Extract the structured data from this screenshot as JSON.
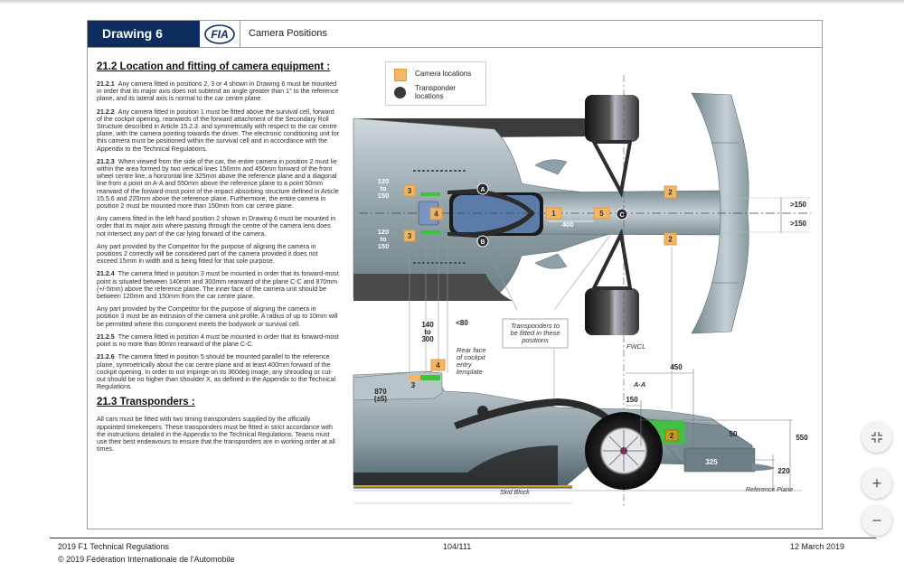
{
  "header": {
    "drawing_label": "Drawing 6",
    "logo_text": "FIA",
    "title": "Camera Positions"
  },
  "section_21_2": {
    "heading": "21.2   Location and fitting of camera equipment :",
    "paragraphs": [
      {
        "num": "21.2.1",
        "text": "Any camera fitted in positions 2, 3 or 4 shown in Drawing 6 must be mounted in order that its major axis does not subtend an angle greater than 1° to the reference plane, and its lateral axis is normal to the car centre plane."
      },
      {
        "num": "21.2.2",
        "text": "Any camera fitted in position 1 must be fitted above the survival cell, forward of the cockpit opening, rearwards of the forward attachment of the Secondary Roll Structure described in Article 15.2.3. and symmetrically with respect to the car centre plane, with the camera pointing towards the driver. The electronic conditioning unit for this camera must be positioned within the survival cell and in accordance with the Appendix to the Technical Regulations."
      },
      {
        "num": "21.2.3",
        "text": "When viewed from the side of the car, the entire camera in position 2 must lie within the area formed by two vertical lines 150mm and 450mm forward of the front wheel centre line, a horizontal line 325mm above the reference plane and a diagonal line from a point on A-A and 550mm above the reference plane to a point 50mm rearward of the forward-most point of the impact absorbing structure defined in Article 15.5.6 and 220mm above the reference plane. Furthermore, the entire camera in position 2 must be mounted more than 150mm from car centre plane."
      },
      {
        "num": "",
        "text": "Any camera fitted in the left hand position 2 shown in Drawing 6 must be mounted in order that its major axis where passing through the centre of the camera lens does not intersect any part of the car lying forward of the camera."
      },
      {
        "num": "",
        "text": "Any part provided by the Competitor for the purpose of aligning the camera in positions 2 correctly will be considered part of the camera provided it does not exceed 15mm in width and is being fitted for that sole purpose."
      },
      {
        "num": "21.2.4",
        "text": "The camera fitted in position 3 must be mounted in order that its forward-most point is situated between 140mm and 300mm rearward of the plane C-C and 870mm (+/-5mm) above the reference plane. The inner face of the camera unit should be between 120mm and 150mm from the car centre plane."
      },
      {
        "num": "",
        "text": "Any part provided by the Competitor for the purpose of aligning the camera in position 3 must be an extrusion of the camera unit profile. A radius of up to 10mm will be permitted where this component meets the bodywork or survival cell."
      },
      {
        "num": "21.2.5",
        "text": "The camera fitted in position 4 must be mounted in order that its forward-most point is no more than 80mm rearward of the plane C-C."
      },
      {
        "num": "21.2.6",
        "text": "The camera fitted in position 5 should be mounted parallel to the reference plane, symmetrically about the car centre plane and at least 400mm forward of the cockpit opening. In order to not impinge on its 360deg image, any shrouding or cut-out should be no higher than shoulder X, as defined in the Appendix to the Technical Regulations."
      }
    ]
  },
  "section_21_3": {
    "heading": "21.3   Transponders :",
    "text": "All cars must be fitted with two timing transponders supplied by the officially appointed timekeepers. These transponders must be fitted in strict accordance with the instructions detailed in the Appendix to the Technical Regulations. Teams must use their best endeavours to ensure that the transponders are in working order at all times."
  },
  "legend": {
    "camera": "Camera locations",
    "transponder_1": "Transponder",
    "transponder_2": "locations",
    "colors": {
      "camera": "#f4b664",
      "transponder": "#3a3a3a",
      "zone": "#3cc43c"
    }
  },
  "drawing": {
    "plan_labels": {
      "cam1": "1",
      "cam2": "2",
      "cam3": "3",
      "cam4": "4",
      "cam5": "5",
      "point_a": "A",
      "point_b": "B",
      "point_c": "C",
      "dim_120_150_top": [
        "120",
        "to",
        "150"
      ],
      "dim_120_150_bottom": [
        "120",
        "to",
        "150"
      ],
      "dim_400": "400",
      "dim_gt150_top": ">150",
      "dim_gt150_bottom": ">150"
    },
    "side_labels": {
      "dim_140_300": [
        "140",
        "to",
        "300"
      ],
      "dim_lt80": "<80",
      "rear_face": [
        "Rear face",
        "of cockpit",
        "entry",
        "template"
      ],
      "transponders_note": [
        "Transponders to",
        "be fitted in these",
        "positions"
      ],
      "fwcl": "FWCL",
      "dim_450": "450",
      "aa": "A-A",
      "dim_150": "150",
      "dim_870": [
        "870",
        "(±5)"
      ],
      "dim_50": "50",
      "dim_550": "550",
      "dim_325": "325",
      "dim_220": "220",
      "skid_block": "Skid Block",
      "reference_plane": "Reference Plane"
    }
  },
  "footer": {
    "left_1": "2019 F1 Technical Regulations",
    "left_2": "© 2019 Fédération Internationale de l'Automobile",
    "center": "104/111",
    "right": "12 March 2019"
  },
  "viewer_controls": {
    "fit_icon": "fit-to-page-icon",
    "zoom_in": "+",
    "zoom_out": "−"
  }
}
